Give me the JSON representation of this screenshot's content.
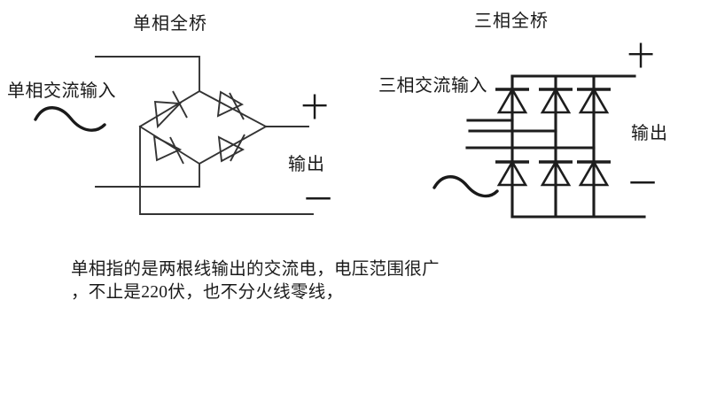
{
  "figure": {
    "kind": "circuit-schematic",
    "background_color": "#ffffff",
    "line_color": "#333333"
  },
  "left_circuit": {
    "title": "单相全桥",
    "input_label": "单相交流输入",
    "ac_symbol": "sine-wave",
    "output_label": "输出",
    "plus_sign": "十",
    "minus_sign": "一",
    "diode_count": 4,
    "topology": "single-phase full-bridge rectifier"
  },
  "right_circuit": {
    "title": "三相全桥",
    "input_label": "三相交流输入",
    "ac_symbol": "sine-wave",
    "output_label": "输出",
    "plus_sign": "十",
    "minus_sign": "一",
    "diode_count": 6,
    "phase_count": 3,
    "topology": "three-phase full-bridge rectifier"
  },
  "caption": {
    "line1": "单相指的是两根线输出的交流电，电压范围很广",
    "line2": "，不止是220伏，也不分火线零线，"
  }
}
